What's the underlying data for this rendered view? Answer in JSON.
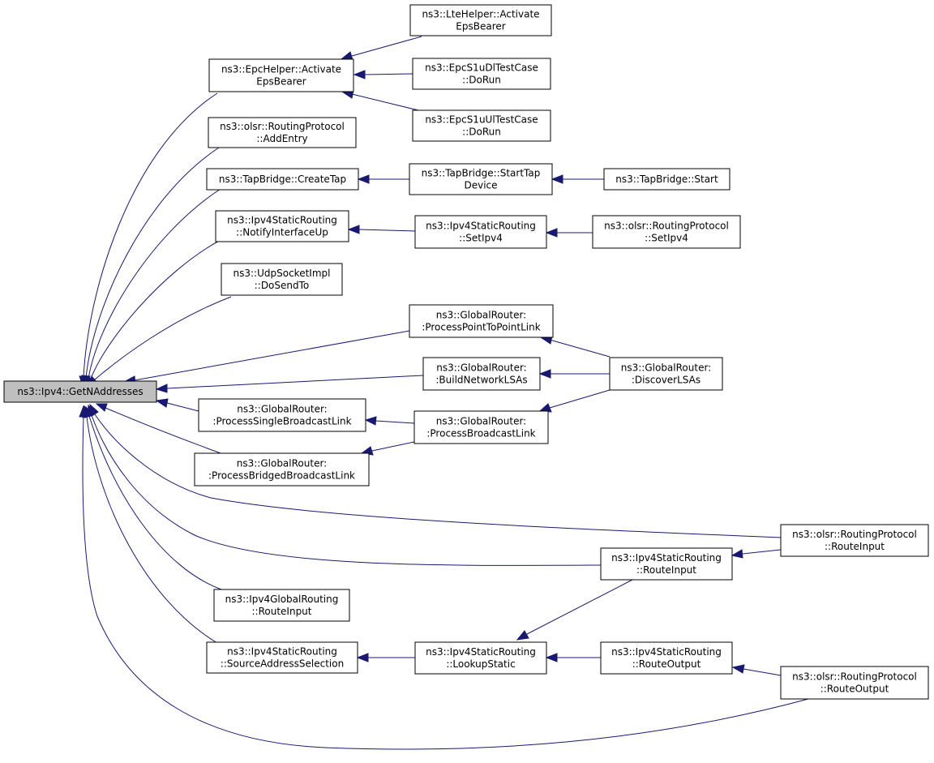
{
  "graph": {
    "colors": {
      "edge": "#191970",
      "root_fill": "#bfbfbf",
      "node_fill": "#ffffff",
      "border": "#000000"
    },
    "nodes": {
      "root": [
        "ns3::Ipv4::GetNAddresses"
      ],
      "epc_activate": [
        "ns3::EpcHelper::Activate",
        "EpsBearer"
      ],
      "lte_activate": [
        "ns3::LteHelper::Activate",
        "EpsBearer"
      ],
      "epc_dl": [
        "ns3::EpcS1uDlTestCase",
        "::DoRun"
      ],
      "epc_ul": [
        "ns3::EpcS1uUlTestCase",
        "::DoRun"
      ],
      "olsr_addentry": [
        "ns3::olsr::RoutingProtocol",
        "::AddEntry"
      ],
      "tap_create": [
        "ns3::TapBridge::CreateTap"
      ],
      "tap_starttap": [
        "ns3::TapBridge::StartTap",
        "Device"
      ],
      "tap_start": [
        "ns3::TapBridge::Start"
      ],
      "ipv4s_notify": [
        "ns3::Ipv4StaticRouting",
        "::NotifyInterfaceUp"
      ],
      "ipv4s_setipv4": [
        "ns3::Ipv4StaticRouting",
        "::SetIpv4"
      ],
      "olsr_setipv4": [
        "ns3::olsr::RoutingProtocol",
        "::SetIpv4"
      ],
      "udp_dosendto": [
        "ns3::UdpSocketImpl",
        "::DoSendTo"
      ],
      "gr_p2p": [
        "ns3::GlobalRouter:",
        ":ProcessPointToPointLink"
      ],
      "gr_buildnet": [
        "ns3::GlobalRouter:",
        ":BuildNetworkLSAs"
      ],
      "gr_discover": [
        "ns3::GlobalRouter:",
        ":DiscoverLSAs"
      ],
      "gr_single": [
        "ns3::GlobalRouter:",
        ":ProcessSingleBroadcastLink"
      ],
      "gr_broadcast": [
        "ns3::GlobalRouter:",
        ":ProcessBroadcastLink"
      ],
      "gr_bridged": [
        "ns3::GlobalRouter:",
        ":ProcessBridgedBroadcastLink"
      ],
      "olsr_routeinput": [
        "ns3::olsr::RoutingProtocol",
        "::RouteInput"
      ],
      "ipv4s_routeinput": [
        "ns3::Ipv4StaticRouting",
        "::RouteInput"
      ],
      "ipv4g_routeinput": [
        "ns3::Ipv4GlobalRouting",
        "::RouteInput"
      ],
      "ipv4s_srcaddr": [
        "ns3::Ipv4StaticRouting",
        "::SourceAddressSelection"
      ],
      "ipv4s_lookup": [
        "ns3::Ipv4StaticRouting",
        "::LookupStatic"
      ],
      "ipv4s_routeoutput": [
        "ns3::Ipv4StaticRouting",
        "::RouteOutput"
      ],
      "olsr_routeoutput": [
        "ns3::olsr::RoutingProtocol",
        "::RouteOutput"
      ]
    }
  }
}
